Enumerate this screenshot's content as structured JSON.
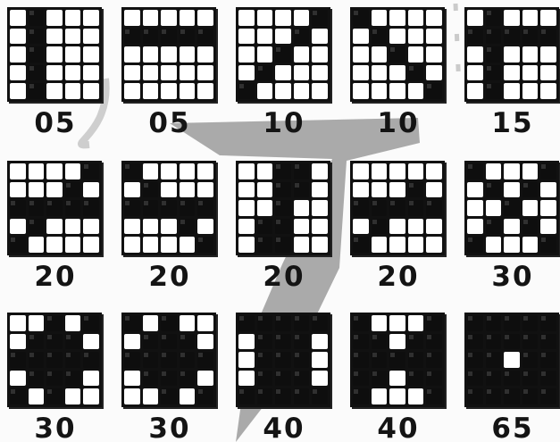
{
  "colors": {
    "cell_on": "#0e0e0e",
    "cell_off": "#ffffff",
    "text": "#141414",
    "watermark": "#8a8a8a"
  },
  "patterns": [
    {
      "label": "05",
      "pattern": [
        "01000",
        "01000",
        "01000",
        "01000",
        "01000"
      ]
    },
    {
      "label": "05",
      "pattern": [
        "00000",
        "11111",
        "00000",
        "00000",
        "00000"
      ]
    },
    {
      "label": "10",
      "pattern": [
        "00001",
        "00010",
        "00100",
        "01000",
        "10000"
      ]
    },
    {
      "label": "10",
      "pattern": [
        "10000",
        "01000",
        "00100",
        "00010",
        "00001"
      ]
    },
    {
      "label": "15",
      "pattern": [
        "01000",
        "11111",
        "01000",
        "01000",
        "01000"
      ]
    },
    {
      "label": "20",
      "pattern": [
        "00001",
        "00010",
        "11111",
        "01000",
        "10000"
      ]
    },
    {
      "label": "20",
      "pattern": [
        "10000",
        "01000",
        "11111",
        "00010",
        "00001"
      ]
    },
    {
      "label": "20",
      "pattern": [
        "00110",
        "00110",
        "00100",
        "01100",
        "01100"
      ]
    },
    {
      "label": "20",
      "pattern": [
        "00000",
        "00010",
        "11111",
        "01000",
        "10000"
      ]
    },
    {
      "label": "30",
      "pattern": [
        "10001",
        "01010",
        "00100",
        "01010",
        "10001"
      ]
    },
    {
      "label": "30",
      "pattern": [
        "00101",
        "01110",
        "11111",
        "01110",
        "10100"
      ]
    },
    {
      "label": "30",
      "pattern": [
        "10100",
        "01110",
        "11111",
        "01110",
        "00101"
      ]
    },
    {
      "label": "40",
      "pattern": [
        "11111",
        "01110",
        "01110",
        "01110",
        "11111"
      ]
    },
    {
      "label": "40",
      "pattern": [
        "10001",
        "11011",
        "11111",
        "11011",
        "10001"
      ]
    },
    {
      "label": "65",
      "pattern": [
        "11111",
        "11111",
        "11011",
        "11111",
        "11111"
      ]
    }
  ]
}
